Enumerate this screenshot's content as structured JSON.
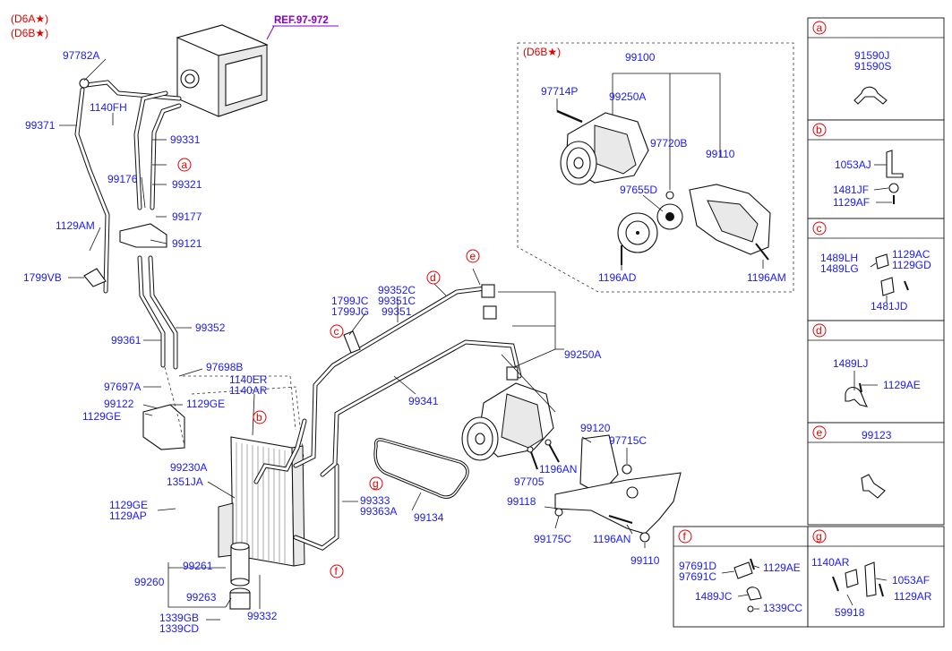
{
  "variants": [
    "(D6A★)",
    "(D6B★)"
  ],
  "ref": "REF.97-972",
  "inset": {
    "title": "(D6B★)",
    "labels": [
      "99100",
      "97714P",
      "99250A",
      "97720B",
      "99110",
      "97655D",
      "1196AD",
      "1196AM"
    ]
  },
  "left_labels": [
    "97782A",
    "1140FH",
    "99371",
    "99331",
    "99176",
    "99321",
    "99177",
    "1129AM",
    "99121",
    "1799VB",
    "99361",
    "99352",
    "97697A",
    "97698B",
    "99122",
    "1129GE",
    "1129GE",
    "1140ER",
    "1140AR",
    "99230A",
    "1351JA",
    "1129GE",
    "1129AP",
    "99260",
    "99261",
    "99263",
    "99332",
    "1339GB",
    "1339CD",
    "99333",
    "99363A",
    "99134"
  ],
  "center_labels": [
    "1799JC",
    "1799JG",
    "99352C",
    "99351C",
    "99351",
    "99250A",
    "99341",
    "99120",
    "97715C",
    "1196AN",
    "97705",
    "99118",
    "99175C",
    "1196AN",
    "99110"
  ],
  "callouts": [
    "a",
    "b",
    "c",
    "d",
    "e",
    "f",
    "g"
  ],
  "side_panels": [
    {
      "key": "a",
      "labels": [
        "91590J",
        "91590S"
      ]
    },
    {
      "key": "b",
      "labels": [
        "1053AJ",
        "1481JF",
        "1129AF"
      ]
    },
    {
      "key": "c",
      "labels": [
        "1489LH",
        "1489LG",
        "1129AC",
        "1129GD",
        "1481JD"
      ]
    },
    {
      "key": "d",
      "labels": [
        "1489LJ",
        "1129AE"
      ]
    },
    {
      "key": "e",
      "labels": [
        "99123"
      ]
    }
  ],
  "bottom_panels": [
    {
      "key": "f",
      "labels": [
        "97691D",
        "97691C",
        "1129AE",
        "1489JC",
        "1339CC"
      ]
    },
    {
      "key": "g",
      "labels": [
        "1140AR",
        "1053AF",
        "1129AR",
        "59918"
      ]
    }
  ],
  "colors": {
    "label": "#1a1aff",
    "callout": "#e00000",
    "ref": "#8a00c8",
    "line": "#111111"
  }
}
